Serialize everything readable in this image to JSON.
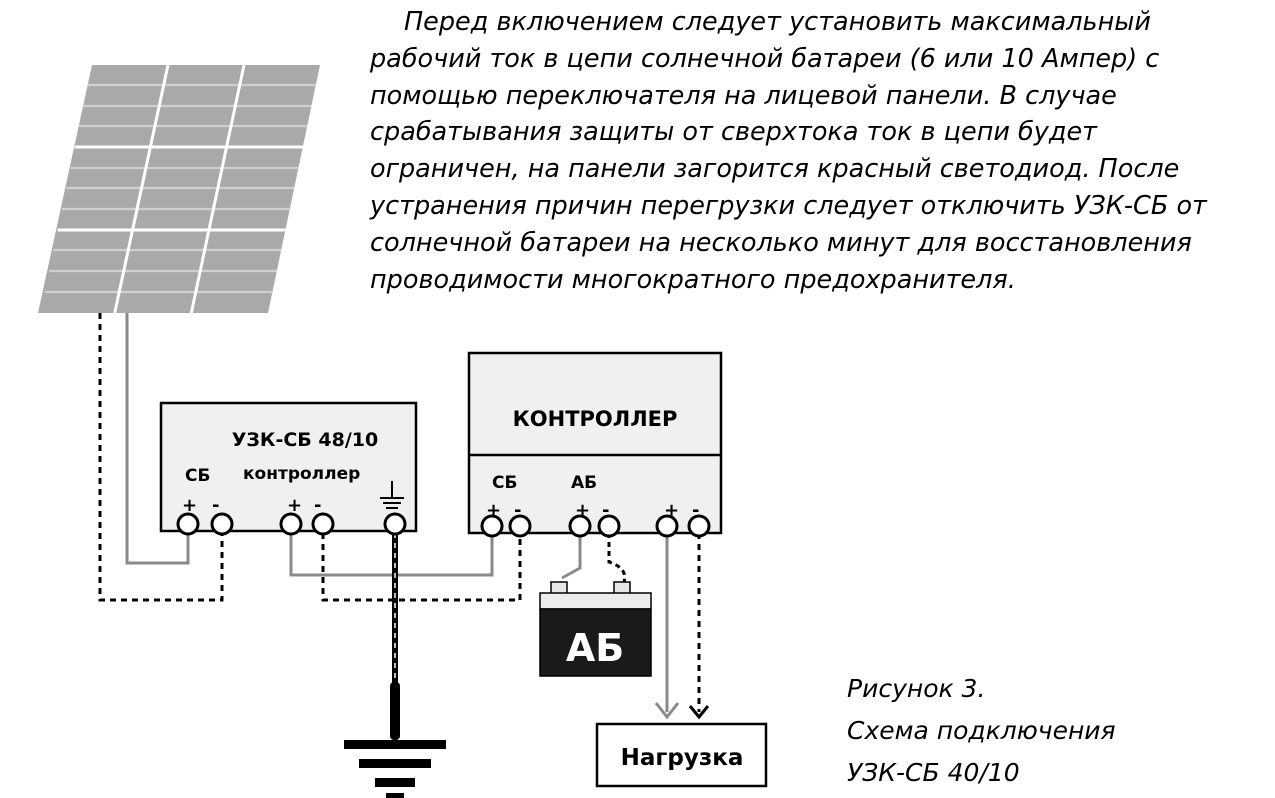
{
  "paragraph_lines": [
    "Перед включением следует установить  максимальный",
    "рабочий ток  в цепи солнечной батареи (6 или 10 Ампер) с",
    "помощью переключателя на лицевой панели.  В случае",
    "срабатывания защиты от сверхтока ток в цепи будет",
    "ограничен, на панели загорится красный светодиод.  После",
    "устранения причин перегрузки  следует отключить УЗК-СБ  от",
    "солнечной батареи на несколько минут для восстановления",
    "проводимости многократного предохранителя."
  ],
  "uzk": {
    "title": "УЗК-СБ 48/10",
    "sb_label": "СБ",
    "ctrl_label": "контроллер",
    "plus": "+",
    "minus": "-"
  },
  "controller": {
    "title": "КОНТРОЛЛЕР",
    "sb_label": "СБ",
    "ab_label": "АБ",
    "plus": "+",
    "minus": "-"
  },
  "battery": {
    "label": "АБ"
  },
  "load": {
    "label": "Нагрузка"
  },
  "caption_lines": [
    "Рисунок 3.",
    "Схема  подключения",
    "УЗК-СБ 40/10"
  ],
  "colors": {
    "panel_cell": "#a8a8a8",
    "box_fill": "#f0f0f0",
    "wire_gray": "#8a8a8a",
    "battery_body": "#1a1a1a"
  },
  "icons": [
    "solar-panel-icon",
    "ground-symbol-icon",
    "earth-ground-icon",
    "battery-icon",
    "terminal-icon"
  ]
}
